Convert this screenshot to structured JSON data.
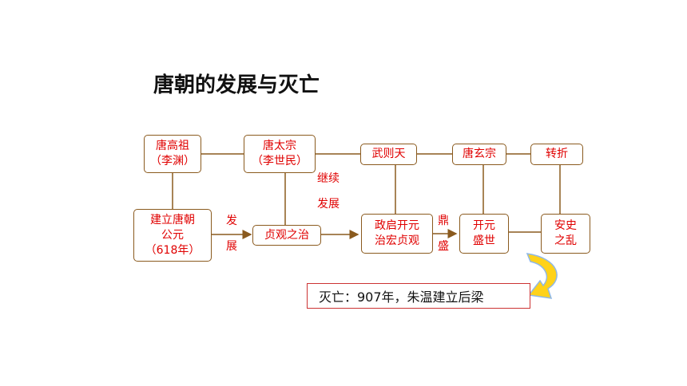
{
  "title": "唐朝的发展与灭亡",
  "nodes": {
    "gaozu": [
      "唐高祖",
      "（李渊）"
    ],
    "taizong": [
      "唐太宗",
      "（李世民）"
    ],
    "wuzetian": [
      "武则天"
    ],
    "xuanzong": [
      "唐玄宗"
    ],
    "zhuanzhe": [
      "转折"
    ],
    "founding": [
      "建立唐朝",
      "公元",
      "（618年）"
    ],
    "zhenguan": [
      "贞观之治"
    ],
    "yonghui": [
      "政启开元",
      "治宏贞观"
    ],
    "kaiyuan": [
      "开元",
      "盛世"
    ],
    "anshi": [
      "安史",
      "之乱"
    ]
  },
  "labels": {
    "fazhan_1": "发",
    "fazhan_2": "展",
    "jixu": "继续",
    "fazhan": "发展",
    "dingsheng_1": "鼎",
    "dingsheng_2": "盛"
  },
  "fall": "灭亡：907年，朱温建立后梁",
  "colors": {
    "node_text": "#e00000",
    "border": "#8a5a1e",
    "arrow": "#ffd21a",
    "arrow_outline": "#8fb8e8"
  }
}
